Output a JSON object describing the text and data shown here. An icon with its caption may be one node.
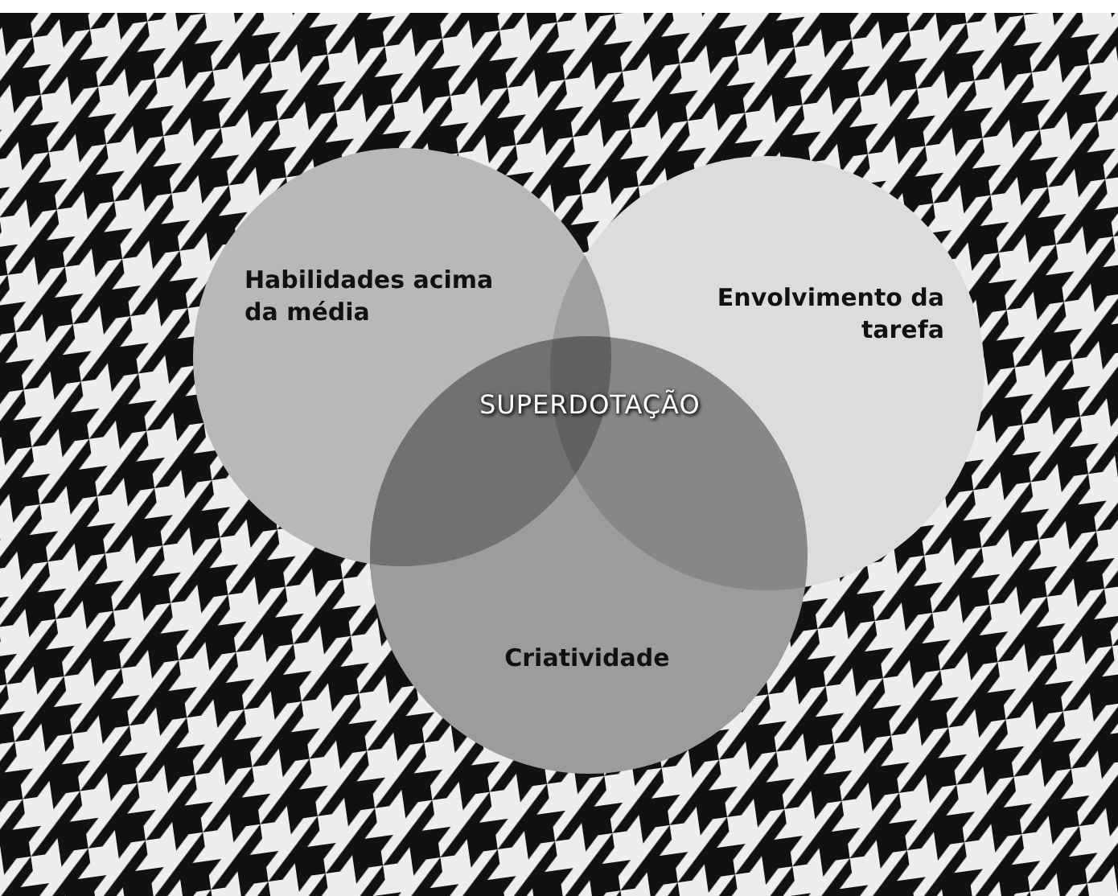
{
  "diagram": {
    "nodes": [
      {
        "text": [
          "Habilidades acima da média"
        ]
      },
      {
        "text": [
          "Envolvimento da tarefa"
        ]
      },
      {
        "text": [
          "Criatividade"
        ]
      }
    ],
    "labels": [
      "SUPERDOTAÇÃO"
    ]
  }
}
